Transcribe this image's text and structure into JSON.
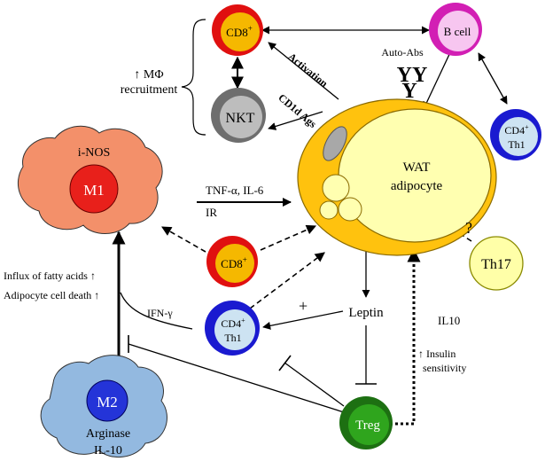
{
  "nodes": {
    "cd8_top": {
      "label": "CD8",
      "sup": "+"
    },
    "nkt": {
      "label": "NKT"
    },
    "b_cell": {
      "label": "B cell"
    },
    "cd4_th1_right": {
      "line1": "CD4",
      "sup": "+",
      "line2": "Th1"
    },
    "wat": {
      "line1": "WAT",
      "line2": "adipocyte"
    },
    "m1": {
      "outer": "i-NOS",
      "inner": "M1"
    },
    "cd8_mid": {
      "label": "CD8",
      "sup": "+"
    },
    "cd4_th1_mid": {
      "line1": "CD4",
      "sup": "+",
      "line2": "Th1"
    },
    "th17": {
      "label": "Th17"
    },
    "treg": {
      "label": "Treg"
    },
    "m2": {
      "inner": "M2",
      "line1": "Arginase",
      "line2": "IL-10"
    }
  },
  "labels": {
    "mphi_line1": "↑ MΦ",
    "mphi_line2": "recruitment",
    "activation": "Activation",
    "cd1d_ags": "CD1d Ags",
    "auto_abs": "Auto-Abs",
    "antibody_glyphs": "YY",
    "antibody_glyph_single": "Y",
    "tnf_il6": "TNF-α, IL-6",
    "ir": "IR",
    "question": "?",
    "influx": "Influx of fatty acids ↑",
    "cell_death": "Adipocyte cell death ↑",
    "ifn_gamma": "IFN-γ",
    "plus": "+",
    "leptin": "Leptin",
    "il10": "IL10",
    "insulin_line1": "↑ Insulin",
    "insulin_line2": "sensitivity"
  },
  "colors": {
    "cd8": "#f5b800",
    "cd8_ring": "#e01010",
    "nkt": "#bdbdbd",
    "nkt_ring": "#6e6e6e",
    "b_cell": "#f7c6f0",
    "b_cell_ring": "#d21fb4",
    "th1": "#cde3f2",
    "th1_ring": "#1a1ad0",
    "wat": "#ffc20e",
    "wat_inner": "#ffffb0",
    "m1_body": "#f3906a",
    "m1_nucleus": "#e8201b",
    "m2_body": "#93b9e0",
    "m2_nucleus": "#2434d8",
    "th17": "#ffffa8",
    "treg": "#2fa51d",
    "treg_ring": "#1d7012"
  }
}
